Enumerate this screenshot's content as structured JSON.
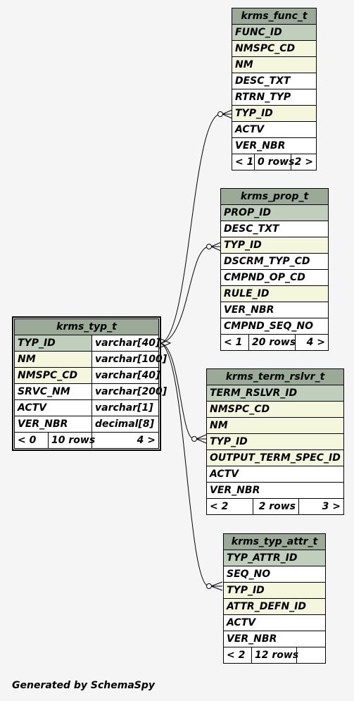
{
  "tables": {
    "func": {
      "name": "krms_func_t",
      "columns": [
        "FUNC_ID",
        "NMSPC_CD",
        "NM",
        "DESC_TXT",
        "RTRN_TYP",
        "TYP_ID",
        "ACTV",
        "VER_NBR"
      ],
      "footer": {
        "left": "< 1",
        "mid": "0 rows",
        "right": "2 >"
      }
    },
    "prop": {
      "name": "krms_prop_t",
      "columns": [
        "PROP_ID",
        "DESC_TXT",
        "TYP_ID",
        "DSCRM_TYP_CD",
        "CMPND_OP_CD",
        "RULE_ID",
        "VER_NBR",
        "CMPND_SEQ_NO"
      ],
      "footer": {
        "left": "< 1",
        "mid": "20 rows",
        "right": "4 >"
      }
    },
    "typ": {
      "name": "krms_typ_t",
      "columns": [
        {
          "name": "TYP_ID",
          "type": "varchar[40]"
        },
        {
          "name": "NM",
          "type": "varchar[100]"
        },
        {
          "name": "NMSPC_CD",
          "type": "varchar[40]"
        },
        {
          "name": "SRVC_NM",
          "type": "varchar[200]"
        },
        {
          "name": "ACTV",
          "type": "varchar[1]"
        },
        {
          "name": "VER_NBR",
          "type": "decimal[8]"
        }
      ],
      "footer": {
        "left": "< 0",
        "mid": "10 rows",
        "right": "4 >"
      }
    },
    "rslvr": {
      "name": "krms_term_rslvr_t",
      "columns": [
        "TERM_RSLVR_ID",
        "NMSPC_CD",
        "NM",
        "TYP_ID",
        "OUTPUT_TERM_SPEC_ID",
        "ACTV",
        "VER_NBR"
      ],
      "footer": {
        "left": "< 2",
        "mid": "2 rows",
        "right": "3 >"
      }
    },
    "attr": {
      "name": "krms_typ_attr_t",
      "columns": [
        "TYP_ATTR_ID",
        "SEQ_NO",
        "TYP_ID",
        "ATTR_DEFN_ID",
        "ACTV",
        "VER_NBR"
      ],
      "footer": {
        "left": "< 2",
        "mid": "12 rows",
        "right": ""
      }
    }
  },
  "footer_text": "Generated by SchemaSpy",
  "colors": {
    "header": "#9aaa96",
    "primary_key": "#bfcfbb",
    "foreign_key": "#f4f7db"
  }
}
